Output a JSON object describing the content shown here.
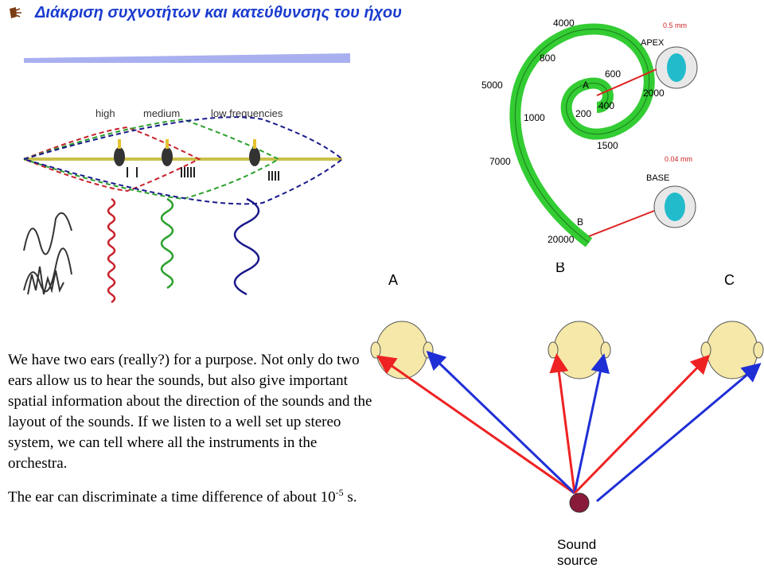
{
  "title": "Διάκριση συχνοτήτων και κατεύθυνσης του ήχου",
  "body": {
    "paragraph1": "We have two ears (really?) for a purpose.  Not only do two ears allow us to hear the sounds, but also give important spatial information about the direction of the sounds and the layout of the sounds.  If we listen to a well set up stereo system, we can tell where all the instruments in the orchestra.",
    "paragraph2_prefix": "The ear can discriminate a time difference of about 10",
    "paragraph2_exponent": "-5",
    "paragraph2_suffix": " s."
  },
  "frequency_figure": {
    "labels": {
      "high": "high",
      "medium": "medium",
      "low": "low frequencies"
    },
    "colors": {
      "high": "#c8202a",
      "medium": "#2ca02c",
      "low": "#1a1a8c",
      "membrane": "#c9c04a"
    }
  },
  "cochlea": {
    "numbers": [
      "4000",
      "800",
      "600",
      "5000",
      "A",
      "400",
      "2000",
      "200",
      "1000",
      "1500",
      "7000",
      "B",
      "20000"
    ],
    "apex_label": "APEX",
    "apex_width": "0.5 mm",
    "base_label": "BASE",
    "base_width": "0.04 mm",
    "colors": {
      "spiral": "#33cc33",
      "section": "#22bbcc",
      "arrow": "#dd2222"
    }
  },
  "localization": {
    "heads": [
      "A",
      "B",
      "C"
    ],
    "source_label_line1": "Sound",
    "source_label_line2": "source",
    "colors": {
      "head": "#f5e8a8",
      "source": "#8a1a3a",
      "red_path": "#ee2222",
      "blue_path": "#1f2fd6"
    }
  }
}
